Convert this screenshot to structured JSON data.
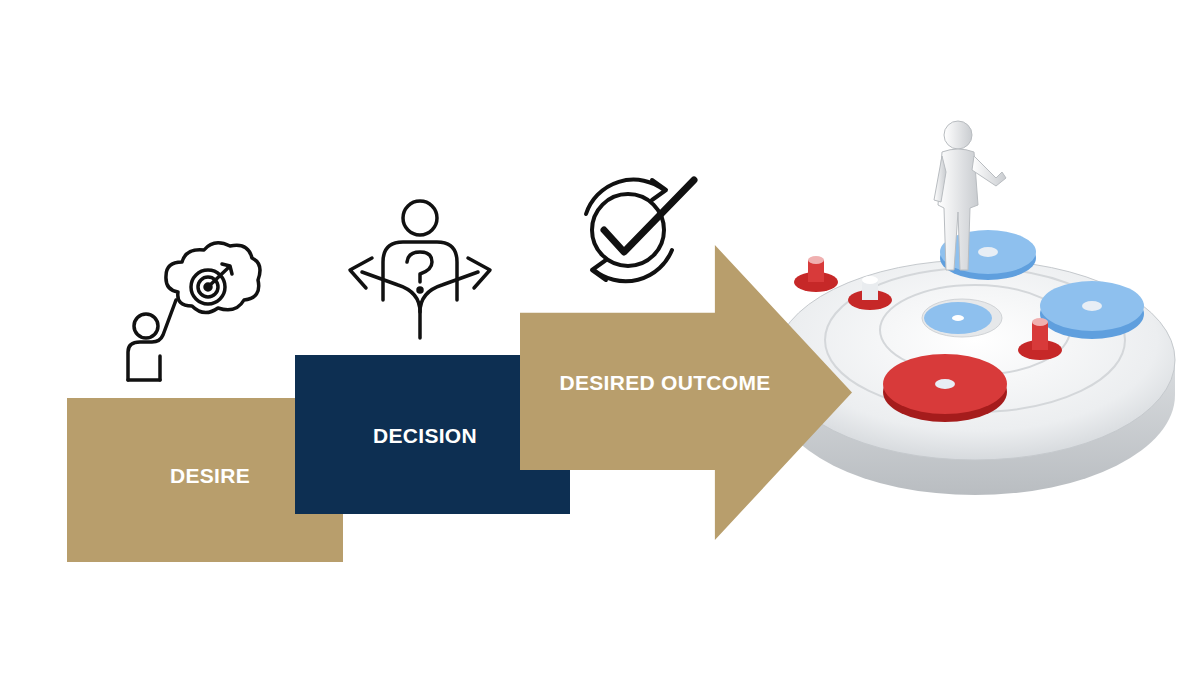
{
  "diagram": {
    "nodes": [
      {
        "text": [
          "DESIRE"
        ]
      },
      {
        "text": [
          "DECISION"
        ]
      },
      {
        "text": [
          "DESIRED OUTCOME"
        ]
      }
    ]
  }
}
